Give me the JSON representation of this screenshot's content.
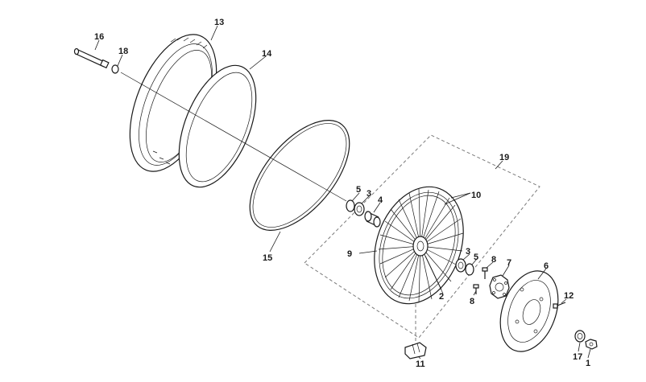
{
  "diagram": {
    "callouts": {
      "c1": "1",
      "c2": "2",
      "c3a": "3",
      "c3b": "3",
      "c4": "4",
      "c5a": "5",
      "c5b": "5",
      "c6": "6",
      "c7": "7",
      "c8a": "8",
      "c8b": "8",
      "c9": "9",
      "c10": "10",
      "c11": "11",
      "c12": "12",
      "c13": "13",
      "c14": "14",
      "c15": "15",
      "c16": "16",
      "c17": "17",
      "c18": "18",
      "c19": "19"
    }
  }
}
